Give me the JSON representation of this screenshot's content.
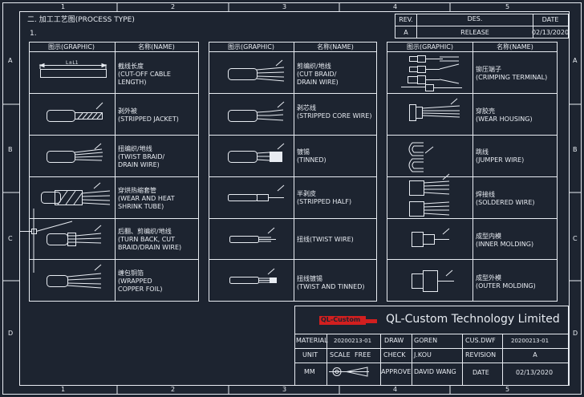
{
  "frame": {
    "top_numbers": [
      "1",
      "2",
      "3",
      "4",
      "5"
    ],
    "bottom_numbers": [
      "1",
      "2",
      "3",
      "4",
      "5"
    ],
    "side_letters": [
      "A",
      "B",
      "C",
      "D"
    ]
  },
  "header": {
    "section_title": "二. 加工工艺图(PROCESS TYPE)",
    "item_number": "1."
  },
  "revision_table": {
    "col_rev": "REV.",
    "col_des": "DES.",
    "col_date": "DATE",
    "rev": "A",
    "des": "RELEASE",
    "date": "02/13/2020"
  },
  "process_tables": {
    "col_graphic": "图示(GRAPHIC)",
    "col_name": "名称(NAME)",
    "columns": [
      {
        "rows": [
          {
            "label": "截线长度\n(CUT-OFF CABLE\nLENGTH)"
          },
          {
            "label": "剥外被\n(STRIPPED JACKET)"
          },
          {
            "label": "扭编织/地线\n(TWIST BRAID/\nDRAIN WIRE)"
          },
          {
            "label": "穿烘热缩套管\n(WEAR AND HEAT\nSHRINK TUBE)"
          },
          {
            "label": "后翻、剪编织/地线\n(TURN BACK, CUT\nBRAID/DRAIN WIRE)"
          },
          {
            "label": "缠包铜箔\n(WRAPPED\nCOPPER FOIL)"
          }
        ]
      },
      {
        "rows": [
          {
            "label": "剪编织/地线\n(CUT BRAID/\nDRAIN WIRE)"
          },
          {
            "label": "剥芯线\n(STRIPPED CORE WIRE)"
          },
          {
            "label": "镀锡\n(TINNED)"
          },
          {
            "label": "半剥皮\n(STRIPPED HALF)"
          },
          {
            "label": "扭线(TWIST WIRE)"
          },
          {
            "label": "扭线镀锡\n(TWIST AND TINNED)"
          }
        ]
      },
      {
        "rows": [
          {
            "label": "铆压端子\n(CRIMPING TERMINAL)"
          },
          {
            "label": "穿胶壳\n(WEAR HOUSING)"
          },
          {
            "label": "跳线\n(JUMPER WIRE)"
          },
          {
            "label": "焊接线\n(SOLDERED WIRE)"
          },
          {
            "label": "成型内模\n(INNER MOLDING)"
          },
          {
            "label": "成型外模\n(OUTER MOLDING)"
          }
        ]
      }
    ],
    "dimension_label": "L±L1"
  },
  "title_block": {
    "logo_text": "QL-Custom",
    "company": "QL-Custom Technology Limited",
    "material_label": "MATERIAL",
    "material_value": "20200213-01",
    "draw_label": "DRAW",
    "draw_value": "GOREN",
    "cusdwf_label": "CUS.DWF",
    "cusdwf_value": "20200213-01",
    "unit_label": "UNIT",
    "scale_label": "SCALE",
    "scale_value": "FREE",
    "check_label": "CHECK",
    "check_value": "J.KOU",
    "revision_label": "REVISION",
    "revision_value": "A",
    "mm_label": "MM",
    "approve_label": "APPROVE",
    "approve_value": "DAVID WANG",
    "date_label": "DATE",
    "date_value": "02/13/2020"
  },
  "colors": {
    "background": "#1d2430",
    "line": "#e8ecf2",
    "logo_red": "#d21f1f"
  }
}
